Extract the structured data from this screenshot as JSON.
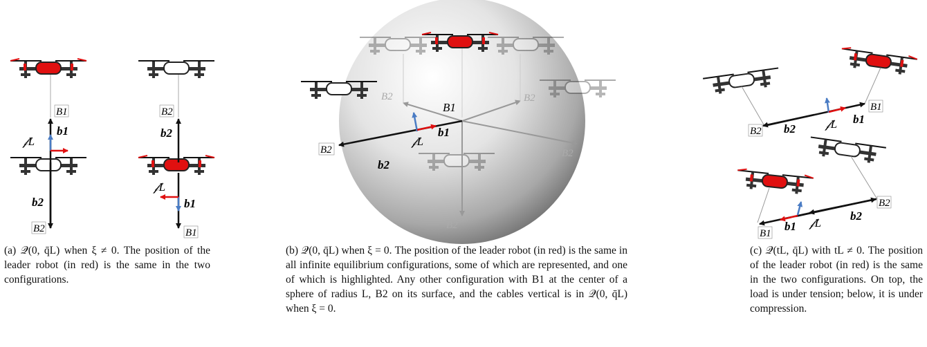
{
  "labels": {
    "B1": "B1",
    "B2": "B2",
    "b1": "b1",
    "b2": "b2",
    "FL": "𝒻L"
  },
  "captions": {
    "a": "(a) 𝒬(0, q̄L) when ξ ≠ 0. The position of the leader robot (in red) is the same in the two configurations.",
    "b": "(b) 𝒬(0, q̄L) when ξ = 0. The position of the leader robot (in red) is the same in all infinite equilibrium configurations, some of which are represented, and one of which is highlighted. Any other configuration with B1 at the center of a sphere of radius L, B2 on its surface, and the cables vertical is in 𝒬(0, q̄L) when ξ = 0.",
    "c": "(c) 𝒬(tL, q̄L) with tL ≠ 0. The position of the leader robot (in red) is the same in the two configurations. On top, the load is under tension; below, it is under compression."
  },
  "colors": {
    "leader": "#e01010",
    "follower": "#ffffff",
    "frame": "#333333",
    "fl_arrow": "#4a7cc4",
    "red_arrow": "#e01010"
  }
}
